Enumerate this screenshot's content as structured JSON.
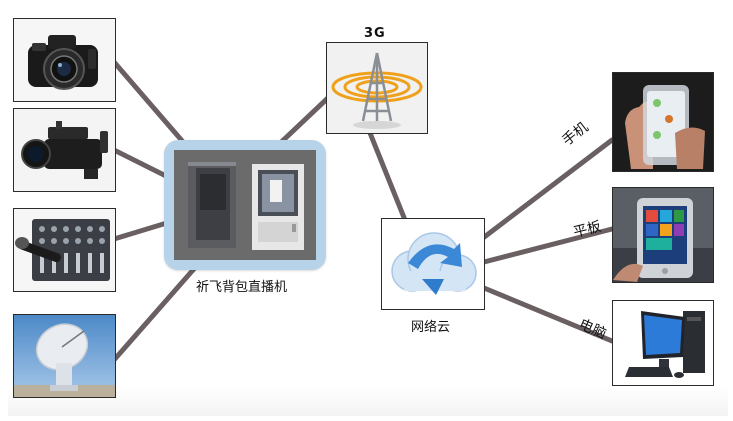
{
  "labels": {
    "signal": "3G",
    "device": "祈飞背包直播机",
    "cloud": "网络云",
    "phone": "手机",
    "tablet": "平板",
    "computer": "电脑"
  },
  "sources": [
    {
      "icon": "camera-icon"
    },
    {
      "icon": "camcorder-icon"
    },
    {
      "icon": "audio-mixer-icon"
    },
    {
      "icon": "satellite-dish-icon"
    }
  ],
  "targets": [
    {
      "icon": "smartphone-icon"
    },
    {
      "icon": "tablet-icon"
    },
    {
      "icon": "desktop-computer-icon"
    }
  ],
  "colors": {
    "connector": "#6a6062",
    "frame_blue": "#b7d3ea",
    "cloud_blue": "#3a88d6",
    "signal_orange": "#f0a11c"
  }
}
